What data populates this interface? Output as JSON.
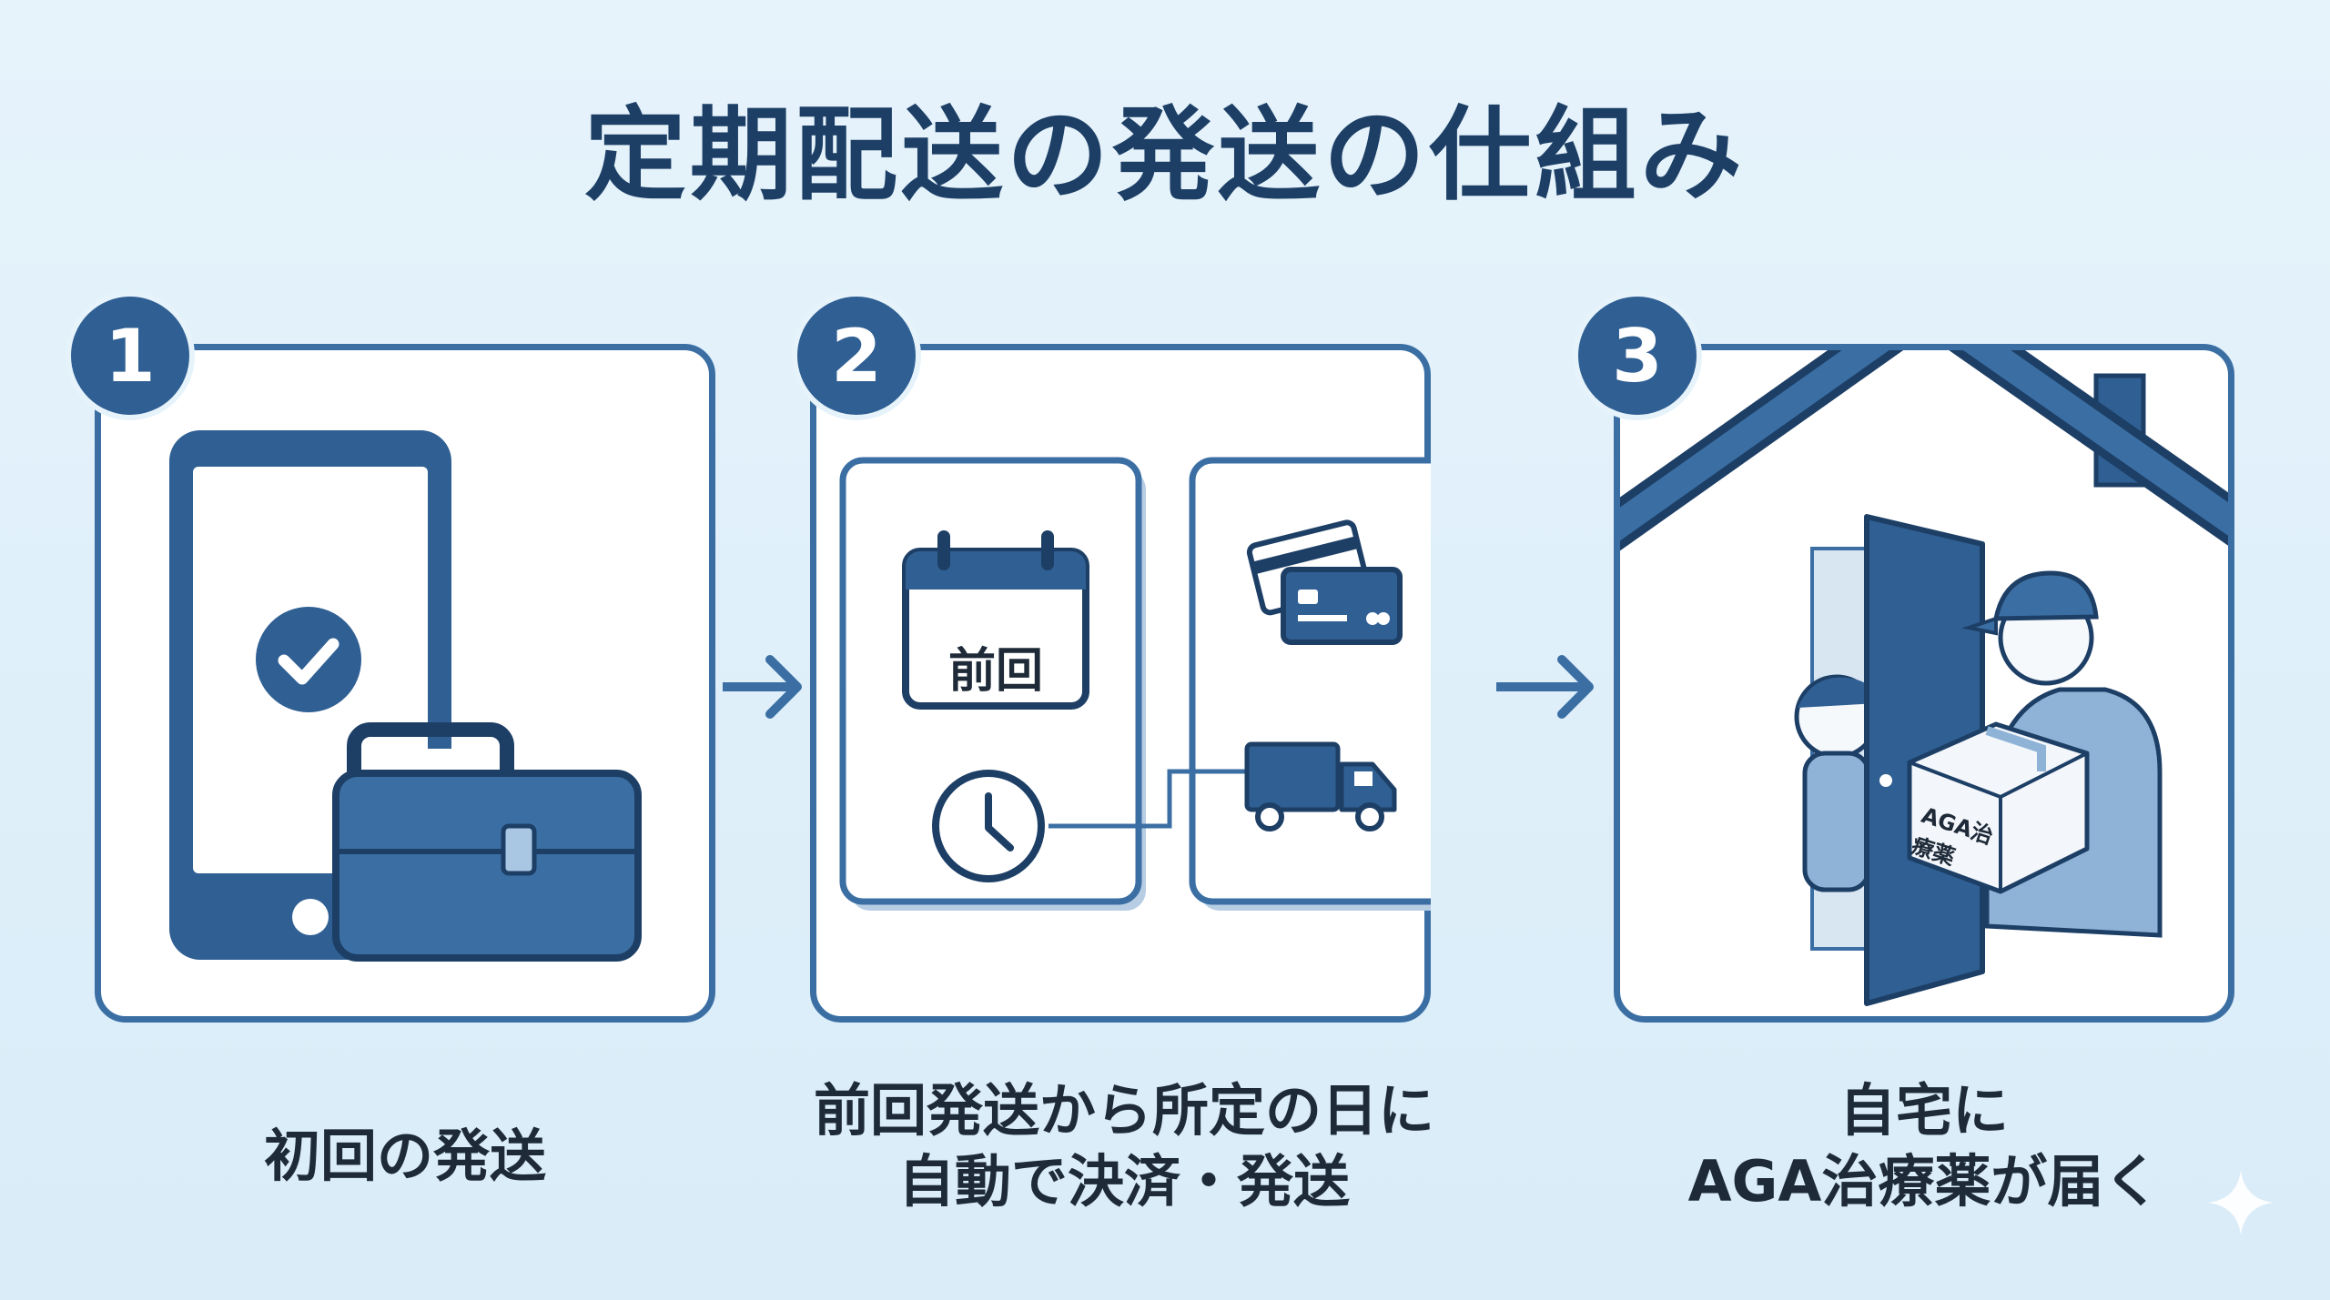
{
  "title": "定期配送の発送の仕組み",
  "steps": [
    {
      "number": "1",
      "caption_lines": [
        "初回の発送"
      ]
    },
    {
      "number": "2",
      "caption_lines": [
        "前回発送から所定の日に",
        "自動で決済・発送"
      ],
      "calendar_label": "前回"
    },
    {
      "number": "3",
      "caption_lines": [
        "自宅に",
        "AGA治療薬が届く"
      ],
      "box_label": "AGA治療薬"
    }
  ],
  "colors": {
    "primary": "#2f5f93",
    "dark": "#1d3f66",
    "light": "#8fb3d6",
    "background": "#e6f3fb"
  }
}
